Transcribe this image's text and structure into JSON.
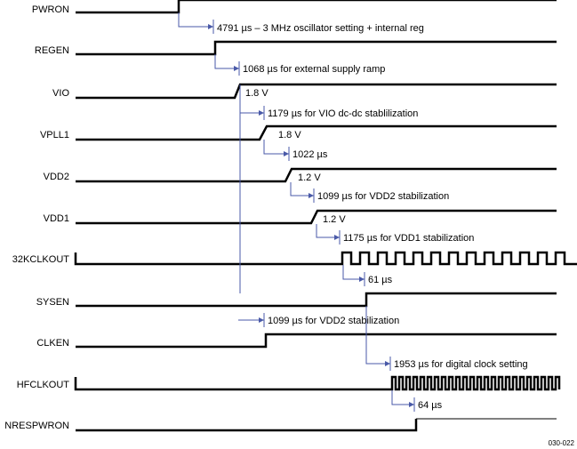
{
  "signals": [
    {
      "id": "pwron",
      "label": "PWRON"
    },
    {
      "id": "regen",
      "label": "REGEN"
    },
    {
      "id": "vio",
      "label": "VIO"
    },
    {
      "id": "vpll1",
      "label": "VPLL1"
    },
    {
      "id": "vdd2",
      "label": "VDD2"
    },
    {
      "id": "vdd1",
      "label": "VDD1"
    },
    {
      "id": "clk32k",
      "label": "32KCLKOUT"
    },
    {
      "id": "sysen",
      "label": "SYSEN"
    },
    {
      "id": "clken",
      "label": "CLKEN"
    },
    {
      "id": "hfclk",
      "label": "HFCLKOUT"
    },
    {
      "id": "nrespwron",
      "label": "NRESPWRON"
    }
  ],
  "annotations": [
    {
      "id": "a1",
      "text": "4791 µs – 3 MHz oscillator setting + internal reg"
    },
    {
      "id": "a2",
      "text": "1068 µs for external supply ramp"
    },
    {
      "id": "a3",
      "text": "1179 µs for VIO dc-dc stablilization"
    },
    {
      "id": "a4",
      "text": "1022 µs"
    },
    {
      "id": "a5",
      "text": "1099 µs for VDD2 stabilization"
    },
    {
      "id": "a6",
      "text": "1175 µs for VDD1 stabilization"
    },
    {
      "id": "a7",
      "text": "61 µs"
    },
    {
      "id": "a8",
      "text": "1099 µs for VDD2 stabilization"
    },
    {
      "id": "a9",
      "text": "1953 µs for digital clock setting"
    },
    {
      "id": "a10",
      "text": "64 µs"
    }
  ],
  "voltages": {
    "vio": "1.8 V",
    "vpll1": "1.8 V",
    "vdd2": "1.2 V",
    "vdd1": "1.2 V"
  },
  "figure_code": "030-022",
  "colors": {
    "wave": "#000000",
    "marker": "#4a5aa8"
  }
}
